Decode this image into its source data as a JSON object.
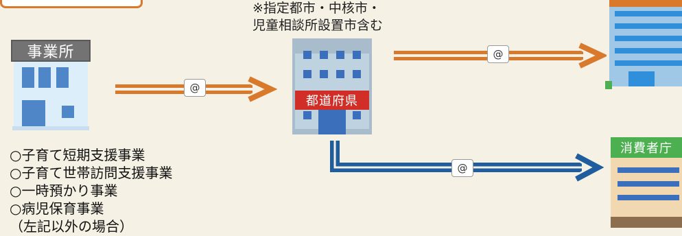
{
  "top_note": {
    "line1": "※指定都市・中核市・",
    "line2": "児童相談所設置市含む"
  },
  "business_label": "事業所",
  "prefecture_label": "都道府県",
  "consumer_agency_label": "消費者庁",
  "email_icon": "@",
  "service_list": [
    "○子育て短期支援事業",
    "○子育て世帯訪問支援事業",
    "○一時預かり事業",
    "○病児保育事業",
    "（左記以外の場合）"
  ],
  "colors": {
    "orange_arrow": "#d9792c",
    "blue_arrow": "#1f5d9f",
    "prefecture_red": "#d22e28"
  }
}
